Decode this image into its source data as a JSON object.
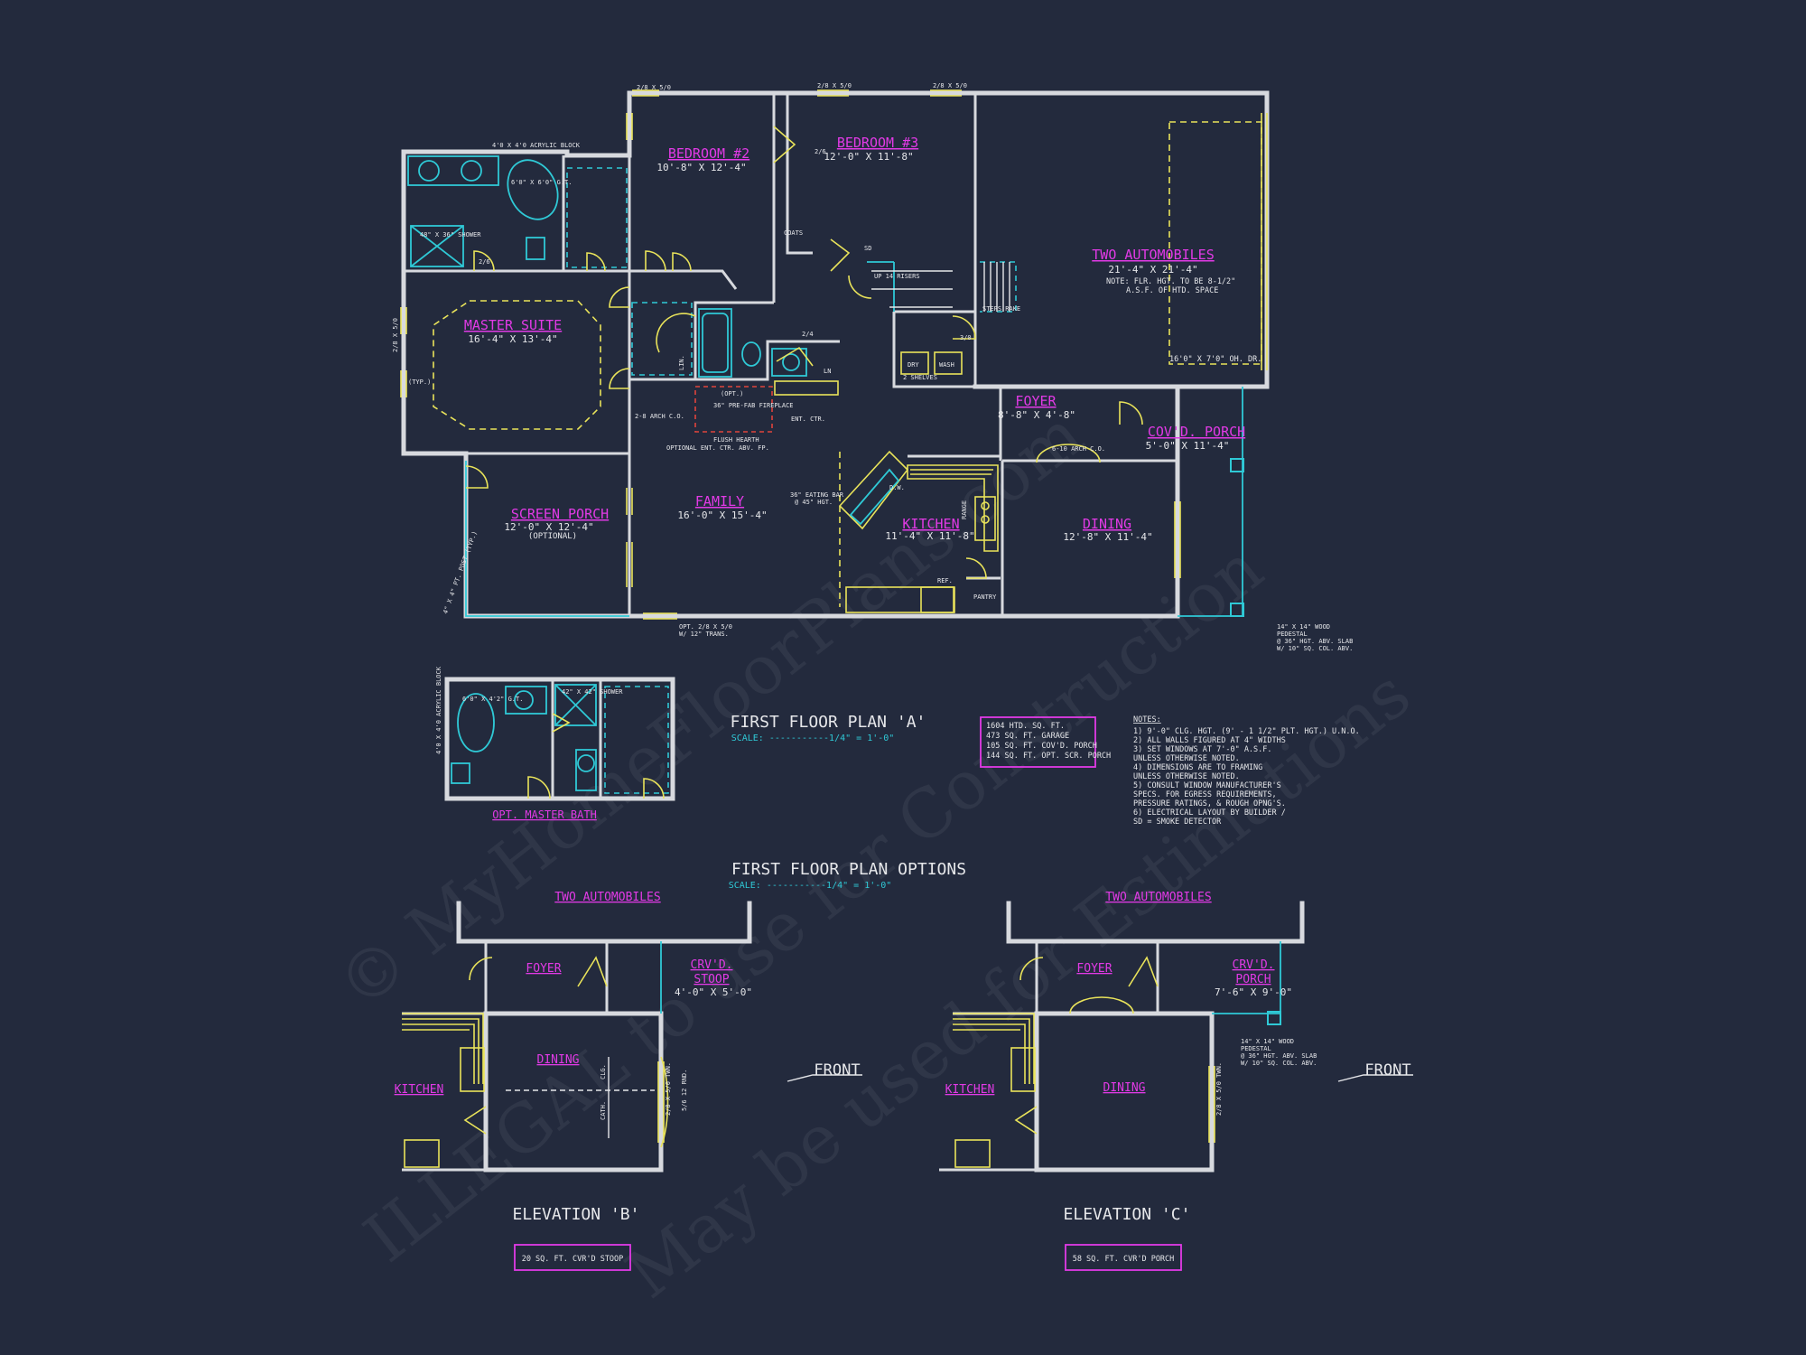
{
  "watermark": {
    "line1": "© MyHomeFloorPlans.com",
    "line2": "ILLEGAL to use for Construction",
    "line3": "May be used for Estimations"
  },
  "rooms": {
    "bedroom2": {
      "name": "BEDROOM #2",
      "dim": "10'-8\" X 12'-4\""
    },
    "bedroom3": {
      "name": "BEDROOM #3",
      "dim": "12'-0\" X 11'-8\""
    },
    "garage": {
      "name": "TWO AUTOMOBILES",
      "dim": "21'-4\" X 21'-4\"",
      "note1": "NOTE: FLR. HGT. TO BE 8-1/2\"",
      "note2": "A.S.F. OF HTD. SPACE",
      "door": "16'0\" X 7'0\" OH. DR."
    },
    "master": {
      "name": "MASTER SUITE",
      "dim": "16'-4\" X 13'-4\""
    },
    "foyer": {
      "name": "FOYER",
      "dim": "8'-8\" X 4'-8\""
    },
    "porch": {
      "name": "COV'D. PORCH",
      "dim": "5'-0\" X 11'-4\""
    },
    "screen": {
      "name": "SCREEN PORCH",
      "dim": "12'-0\" X 12'-4\"",
      "sub": "(OPTIONAL)"
    },
    "family": {
      "name": "FAMILY",
      "dim": "16'-0\" X 15'-4\""
    },
    "kitchen": {
      "name": "KITCHEN",
      "dim": "11'-4\" X 11'-8\""
    },
    "dining": {
      "name": "DINING",
      "dim": "12'-8\" X 11'-4\""
    }
  },
  "labels": {
    "acrylic": "4'0 X 4'0 ACRYLIC BLOCK",
    "gt": "6'0\" X 6'0\" G.T.",
    "shower": "48\" X 36\" SHOWER",
    "coats": "COATS",
    "lin": "LIN.",
    "ln": "LN",
    "dry": "DRY",
    "wash": "WASH",
    "shelves": "2 SHELVES",
    "risers": "UP 14 RISERS",
    "steps": "STEPS RAKE",
    "opt": "(OPT.)",
    "prefab": "36\" PRE-FAB FIREPLACE",
    "hearth": "FLUSH HEARTH",
    "optent": "OPTIONAL ENT. CTR. ABV. FP.",
    "entctr": "ENT. CTR.",
    "eating": "36\" EATING BAR",
    "eatinghgt": "@ 45\" HGT.",
    "range": "RANGE",
    "dw": "D.W.",
    "ref": "REF.",
    "pantry": "PANTRY",
    "arch": "6-10 ARCH C.O.",
    "archco": "2-8 ARCH C.O.",
    "post": "4\" X 4\" PT. POST (TYP.)",
    "pedestal1": "14\" X 14\" WOOD",
    "pedestal2": "PEDESTAL",
    "pedestal3": "@ 36\" HGT. ABV. SLAB",
    "pedestal4": "W/ 10\" SQ. COL. ABV.",
    "optwin": "OPT. 2/8 X 5/0",
    "optwin2": "W/ 12\" TRANS.",
    "typ": "(TYP.)",
    "sd": "SD",
    "win1": "2/8 X 5/0",
    "win2": "2/8 X 5/0",
    "win3": "2/8 X 5/0",
    "win4": "2/8 X 5/0",
    "win5": "2/6",
    "door1": "2/6",
    "door2": "2/4",
    "door3": "3/0"
  },
  "plan_title": "FIRST FLOOR PLAN 'A'",
  "plan_scale": "SCALE: -----------1/4\" = 1'-0\"",
  "area": [
    "1604 HTD. SQ. FT.",
    "473 SQ. FT. GARAGE",
    "105 SQ. FT. COV'D. PORCH",
    "144 SQ. FT. OPT. SCR. PORCH"
  ],
  "notes": {
    "title": "NOTES:",
    "lines": [
      "1) 9'-0\" CLG. HGT. (9' - 1 1/2\" PLT. HGT.) U.N.O.",
      "2) ALL WALLS FIGURED AT 4\" WIDTHS",
      "3) SET WINDOWS AT 7'-0\" A.S.F.",
      "    UNLESS OTHERWISE NOTED.",
      "4) DIMENSIONS ARE TO FRAMING",
      "    UNLESS OTHERWISE NOTED.",
      "5) CONSULT WINDOW MANUFACTURER'S",
      "    SPECS. FOR EGRESS REQUIREMENTS,",
      "    PRESSURE RATINGS, & ROUGH OPNG'S.",
      "6) ELECTRICAL LAYOUT BY BUILDER /",
      "    SD = SMOKE DETECTOR"
    ]
  },
  "optbath": {
    "name": "OPT. MASTER BATH",
    "acrylic": "4'0 X 4'0 ACRYLIC BLOCK",
    "gt": "6'0\" X 4'2\" G.T.",
    "shower": "42\" X 42\" SHOWER"
  },
  "options_title": "FIRST FLOOR PLAN OPTIONS",
  "options_scale": "SCALE: -----------1/4\" = 1'-0\"",
  "elevB": {
    "garage": "TWO AUTOMOBILES",
    "foyer": "FOYER",
    "stoop1": "CRV'D.",
    "stoop2": "STOOP",
    "stoopdim": "4'-0\" X 5'-0\"",
    "dining": "DINING",
    "kitchen": "KITCHEN",
    "front": "FRONT",
    "clg": "CLG.",
    "cath": "CATH.",
    "win": "2/8 X 5/0 TWN.",
    "bow": "5/6 12 RND.",
    "title": "ELEVATION 'B'",
    "area": "20 SQ. FT. CVR'D STOOP"
  },
  "elevC": {
    "garage": "TWO AUTOMOBILES",
    "foyer": "FOYER",
    "porch1": "CRV'D.",
    "porch2": "PORCH",
    "porchdim": "7'-6\" X 9'-0\"",
    "dining": "DINING",
    "kitchen": "KITCHEN",
    "front": "FRONT",
    "win": "2/8 X 5/0 TWN.",
    "ped1": "14\" X 14\" WOOD",
    "ped2": "PEDESTAL",
    "ped3": "@ 36\" HGT. ABV. SLAB",
    "ped4": "W/ 10\" SQ. COL. ABV.",
    "title": "ELEVATION 'C'",
    "area": "58 SQ. FT. CVR'D PORCH"
  }
}
